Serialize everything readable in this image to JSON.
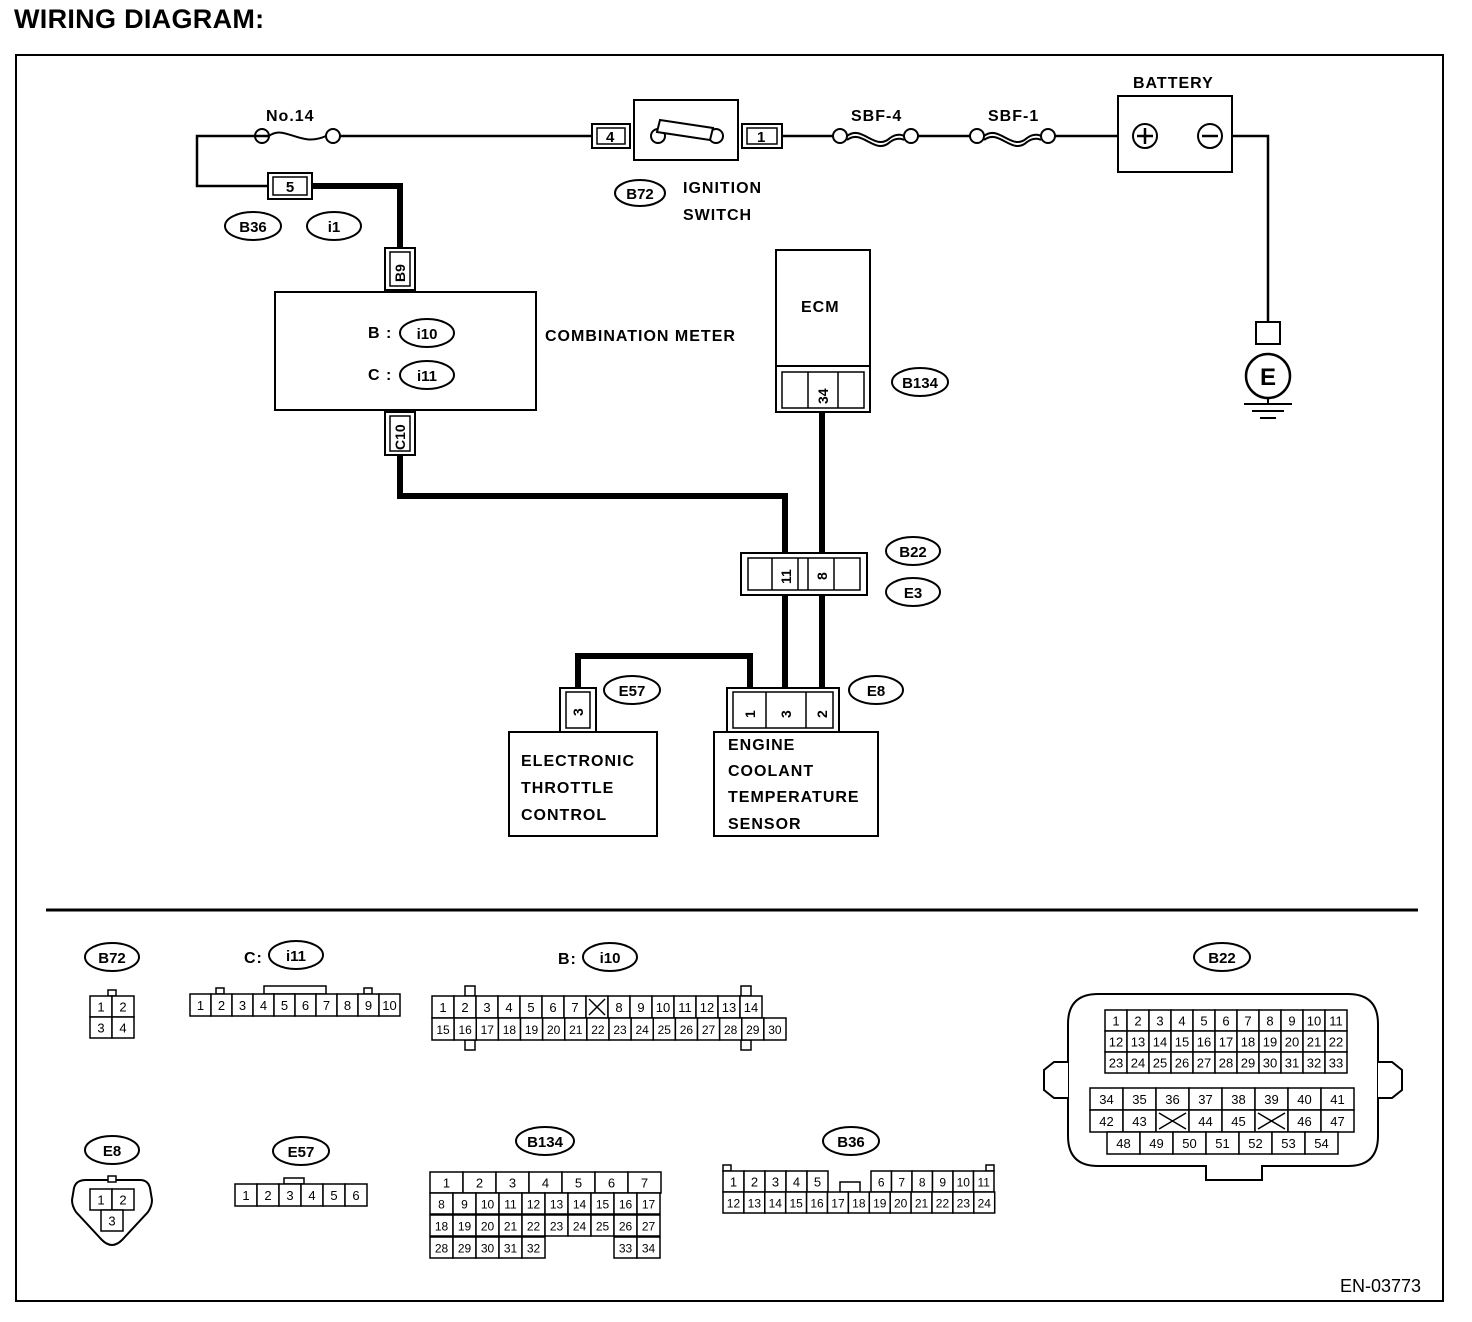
{
  "title": "WIRING DIAGRAM:",
  "footer_code": "EN-03773",
  "components": {
    "battery": "BATTERY",
    "ignition_switch": [
      "IGNITION",
      "SWITCH"
    ],
    "combination_meter": "COMBINATION METER",
    "combination_meter_b": "B :",
    "combination_meter_c": "C :",
    "ecm": "ECM",
    "etc": [
      "ELECTRONIC",
      "THROTTLE",
      "CONTROL"
    ],
    "ect_sensor": [
      "ENGINE",
      "COOLANT",
      "TEMPERATURE",
      "SENSOR"
    ],
    "ground": "E"
  },
  "fuses": {
    "f14": "No.14",
    "sbf4": "SBF-4",
    "sbf1": "SBF-1"
  },
  "connector_ids": {
    "b36": "B36",
    "i1": "i1",
    "b72": "B72",
    "i10": "i10",
    "i11": "i11",
    "b134": "B134",
    "b22": "B22",
    "e3": "E3",
    "e57": "E57",
    "e8": "E8"
  },
  "pins": {
    "ign_in": "4",
    "ign_out": "1",
    "j5": "5",
    "b9": "B9",
    "c10": "C10",
    "ecm34": "34",
    "b22_11": "11",
    "b22_8": "8",
    "e57_3": "3",
    "e8_1": "1",
    "e8_3": "3",
    "e8_2": "2"
  },
  "pinouts": {
    "b72": {
      "label": "B72",
      "rows": [
        [
          "1",
          "2"
        ],
        [
          "3",
          "4"
        ]
      ]
    },
    "i11": {
      "prefix": "C:",
      "label": "i11",
      "rows": [
        [
          "1",
          "2",
          "3",
          "4",
          "5",
          "6",
          "7",
          "8",
          "9",
          "10"
        ]
      ]
    },
    "i10": {
      "prefix": "B:",
      "label": "i10",
      "rows": [
        [
          "1",
          "2",
          "3",
          "4",
          "5",
          "6",
          "7",
          "",
          "8",
          "9",
          "10",
          "11",
          "12",
          "13",
          "14"
        ],
        [
          "15",
          "16",
          "17",
          "18",
          "19",
          "20",
          "21",
          "22",
          "23",
          "24",
          "25",
          "26",
          "27",
          "28",
          "29",
          "30"
        ]
      ]
    },
    "b22": {
      "label": "B22",
      "rows": [
        [
          "1",
          "2",
          "3",
          "4",
          "5",
          "6",
          "7",
          "8",
          "9",
          "10",
          "11"
        ],
        [
          "12",
          "13",
          "14",
          "15",
          "16",
          "17",
          "18",
          "19",
          "20",
          "21",
          "22"
        ],
        [
          "23",
          "24",
          "25",
          "26",
          "27",
          "28",
          "29",
          "30",
          "31",
          "32",
          "33"
        ],
        [
          "34",
          "35",
          "36",
          "37",
          "38",
          "39",
          "40",
          "41"
        ],
        [
          "42",
          "43",
          "",
          "44",
          "45",
          "",
          "46",
          "47"
        ],
        [
          "48",
          "49",
          "50",
          "51",
          "52",
          "53",
          "54"
        ]
      ]
    },
    "e8": {
      "label": "E8",
      "rows": [
        [
          "1",
          "2"
        ],
        [
          "3"
        ]
      ]
    },
    "e57": {
      "label": "E57",
      "rows": [
        [
          "1",
          "2",
          "3",
          "4",
          "5",
          "6"
        ]
      ]
    },
    "b134": {
      "label": "B134",
      "rows": [
        [
          "1",
          "2",
          "3",
          "4",
          "5",
          "6",
          "7"
        ],
        [
          "8",
          "9",
          "10",
          "11",
          "12",
          "13",
          "14",
          "15",
          "16",
          "17"
        ],
        [
          "18",
          "19",
          "20",
          "21",
          "22",
          "23",
          "24",
          "25",
          "26",
          "27"
        ],
        [
          "28",
          "29",
          "30",
          "31",
          "32",
          "33",
          "34"
        ]
      ]
    },
    "b36": {
      "label": "B36",
      "rows": [
        [
          "1",
          "2",
          "3",
          "4",
          "5",
          "6",
          "7",
          "8",
          "9",
          "10",
          "11"
        ],
        [
          "12",
          "13",
          "14",
          "15",
          "16",
          "17",
          "18",
          "19",
          "20",
          "21",
          "22",
          "23",
          "24"
        ]
      ]
    }
  }
}
